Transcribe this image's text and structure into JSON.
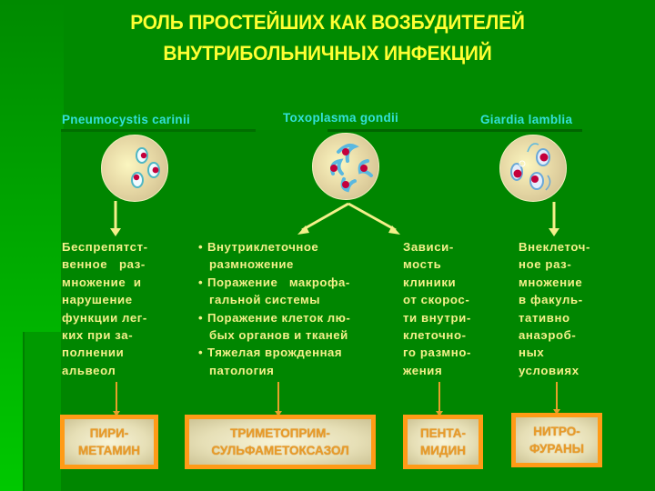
{
  "title": {
    "line1": "РОЛЬ ПРОСТЕЙШИХ КАК ВОЗБУДИТЕЛЕЙ",
    "line2": "ВНУТРИБОЛЬНИЧНЫХ ИНФЕКЦИЙ"
  },
  "colors": {
    "background": "#008a00",
    "title": "#ffff33",
    "species_label": "#33e0d8",
    "body_text": "#f4f08a",
    "drug_border": "#ff9b16",
    "drug_text": "#e89b2a",
    "arrow": "#f4f08a"
  },
  "species": [
    {
      "name": "Pneumocystis carinii",
      "icon": "pneumocystis-cell-icon",
      "description_lines": [
        "Беспрепятст-",
        "венное   раз-",
        "множение  и",
        "нарушение",
        "функции лег-",
        "ких при за-",
        "полнении",
        "альвеол"
      ],
      "drug": [
        "ПИРИ-",
        "МЕТАМИН"
      ]
    },
    {
      "name": "Toxoplasma gondii",
      "icon": "toxoplasma-cell-icon",
      "bullets": [
        {
          "first": "Внутриклеточное",
          "rest": "размножение"
        },
        {
          "first": "Поражение   макрофа-",
          "rest": "гальной системы"
        },
        {
          "first": "Поражение клеток лю-",
          "rest": "бых органов и тканей"
        },
        {
          "first": "Тяжелая врожденная",
          "rest": "патология"
        }
      ],
      "description_lines": [
        "Зависи-",
        "мость",
        "клиники",
        "от скорос-",
        "ти внутри-",
        "клеточно-",
        "го размно-",
        "жения"
      ],
      "drug_left": [
        "ТРИМЕТОПРИМ-",
        "СУЛЬФАМЕТОКСАЗОЛ"
      ],
      "drug_right": [
        "ПЕНТА-",
        "МИДИН"
      ]
    },
    {
      "name": "Giardia lamblia",
      "icon": "giardia-cell-icon",
      "description_lines": [
        "Внеклеточ-",
        "ное раз-",
        "множение",
        "в факуль-",
        "тативно",
        "анаэроб-",
        "ных",
        "условиях"
      ],
      "drug": [
        "НИТРО-",
        "ФУРАНЫ"
      ]
    }
  ]
}
